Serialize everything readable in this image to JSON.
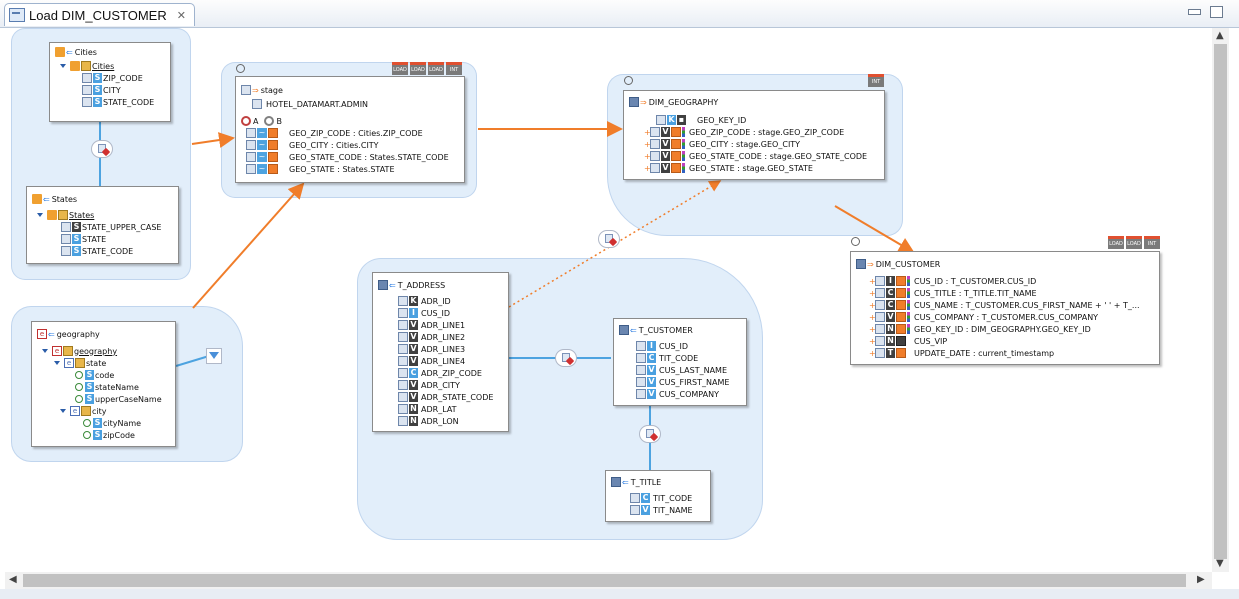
{
  "editor": {
    "tab_title": "Load DIM_CUSTOMER"
  },
  "colors": {
    "group": "#cfe2f6",
    "link": "#f07d2a",
    "flow": "#4da3e0",
    "badge_s": "#4aa0e0",
    "badge_v": "#404040",
    "badge_c": "#4aa0e0"
  },
  "step_icons": {
    "load": "LOAD",
    "int": "INT"
  },
  "cities": {
    "title": "Cities",
    "node": "Cities",
    "cols": [
      {
        "badge": "S",
        "name": "ZIP_CODE"
      },
      {
        "badge": "S",
        "name": "CITY"
      },
      {
        "badge": "S",
        "name": "STATE_CODE"
      }
    ]
  },
  "states": {
    "title": "States",
    "node": "States",
    "cols": [
      {
        "badge": "S",
        "name": "STATE_UPPER_CASE"
      },
      {
        "badge": "S",
        "name": "STATE"
      },
      {
        "badge": "S",
        "name": "STATE_CODE"
      }
    ]
  },
  "geography": {
    "title": "geography",
    "node": "geography",
    "state": "state",
    "state_attrs": [
      {
        "badge": "S",
        "name": "code"
      },
      {
        "badge": "S",
        "name": "stateName"
      },
      {
        "badge": "S",
        "name": "upperCaseName"
      }
    ],
    "city": "city",
    "city_attrs": [
      {
        "badge": "S",
        "name": "cityName"
      },
      {
        "badge": "S",
        "name": "zipCode"
      }
    ]
  },
  "stage": {
    "title": "stage",
    "schema": "HOTEL_DATAMART.ADMIN",
    "join_a": "A",
    "join_b": "B",
    "cols": [
      {
        "name": "GEO_ZIP_CODE : Cities.ZIP_CODE"
      },
      {
        "name": "GEO_CITY : Cities.CITY"
      },
      {
        "name": "GEO_STATE_CODE : States.STATE_CODE"
      },
      {
        "name": "GEO_STATE : States.STATE"
      }
    ]
  },
  "dim_geography": {
    "title": "DIM_GEOGRAPHY",
    "cols": [
      {
        "badge": "K",
        "name": "GEO_KEY_ID"
      },
      {
        "badge": "V",
        "name": "GEO_ZIP_CODE : stage.GEO_ZIP_CODE"
      },
      {
        "badge": "V",
        "name": "GEO_CITY : stage.GEO_CITY"
      },
      {
        "badge": "V",
        "name": "GEO_STATE_CODE : stage.GEO_STATE_CODE"
      },
      {
        "badge": "V",
        "name": "GEO_STATE : stage.GEO_STATE"
      }
    ]
  },
  "t_address": {
    "title": "T_ADDRESS",
    "cols": [
      {
        "badge": "K",
        "name": "ADR_ID"
      },
      {
        "badge": "I",
        "name": "CUS_ID"
      },
      {
        "badge": "V",
        "name": "ADR_LINE1"
      },
      {
        "badge": "V",
        "name": "ADR_LINE2"
      },
      {
        "badge": "V",
        "name": "ADR_LINE3"
      },
      {
        "badge": "V",
        "name": "ADR_LINE4"
      },
      {
        "badge": "C",
        "name": "ADR_ZIP_CODE"
      },
      {
        "badge": "V",
        "name": "ADR_CITY"
      },
      {
        "badge": "V",
        "name": "ADR_STATE_CODE"
      },
      {
        "badge": "N",
        "name": "ADR_LAT"
      },
      {
        "badge": "N",
        "name": "ADR_LON"
      }
    ]
  },
  "t_customer": {
    "title": "T_CUSTOMER",
    "cols": [
      {
        "badge": "I",
        "name": "CUS_ID"
      },
      {
        "badge": "C",
        "name": "TIT_CODE"
      },
      {
        "badge": "V",
        "name": "CUS_LAST_NAME"
      },
      {
        "badge": "V",
        "name": "CUS_FIRST_NAME"
      },
      {
        "badge": "V",
        "name": "CUS_COMPANY"
      }
    ]
  },
  "t_title": {
    "title": "T_TITLE",
    "cols": [
      {
        "badge": "C",
        "name": "TIT_CODE"
      },
      {
        "badge": "V",
        "name": "TIT_NAME"
      }
    ]
  },
  "dim_customer": {
    "title": "DIM_CUSTOMER",
    "cols": [
      {
        "badge": "I",
        "name": "CUS_ID : T_CUSTOMER.CUS_ID"
      },
      {
        "badge": "C",
        "name": "CUS_TITLE : T_TITLE.TIT_NAME"
      },
      {
        "badge": "C",
        "name": "CUS_NAME : T_CUSTOMER.CUS_FIRST_NAME + ' ' + T_..."
      },
      {
        "badge": "V",
        "name": "CUS_COMPANY : T_CUSTOMER.CUS_COMPANY"
      },
      {
        "badge": "N",
        "name": "GEO_KEY_ID : DIM_GEOGRAPHY.GEO_KEY_ID"
      },
      {
        "badge": "N",
        "name": "CUS_VIP"
      },
      {
        "badge": "T",
        "name": "UPDATE_DATE : current_timestamp"
      }
    ]
  }
}
